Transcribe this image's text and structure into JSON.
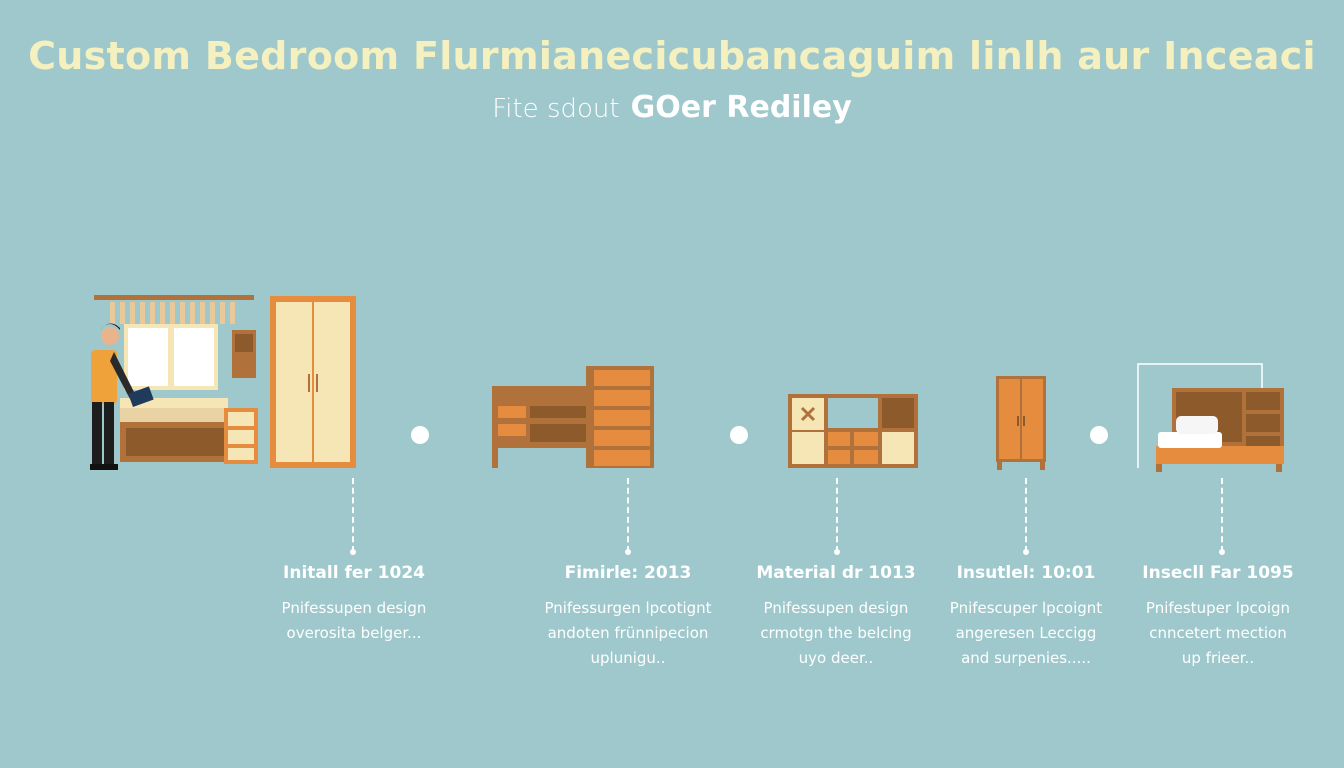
{
  "header": {
    "title": "Custom Bedroom Flurmianecicubancaguim linlh aur Inceaci",
    "subtitle_light": "Fite sdout",
    "subtitle_bold": "GOer Rediley"
  },
  "colors": {
    "background": "#9ec8cc",
    "title": "#f4f0bf",
    "wood_dark": "#b0723a",
    "wood_orange": "#e58c3e",
    "cream": "#f6e6b6"
  },
  "steps": [
    {
      "illustration": "worker-bedroom-illustration",
      "title": "Initall fer 1024",
      "desc": [
        "Pnifessupen design",
        "overosita belger..."
      ]
    },
    {
      "illustration": "desk-dresser-illustration",
      "title": "Fimirle: 2013",
      "desc": [
        "Pnifessurgen lpcotignt",
        "andoten frünnipecion",
        "uplunigu.."
      ]
    },
    {
      "illustration": "cabinet-shelf-illustration",
      "title": "Material dr 1013",
      "desc": [
        "Pnifessupen design",
        "crmotgn the belcing",
        "uyo deer.."
      ]
    },
    {
      "illustration": "wardrobe-illustration",
      "title": "Insutlel: 10:01",
      "desc": [
        "Pnifescuper lpcoignt",
        "angeresen Leccigg",
        "and surpenies....."
      ]
    },
    {
      "illustration": "bed-shelf-illustration",
      "title": "Insecll Far 1095",
      "desc": [
        "Pnifestuper lpcoign",
        "cnncetert mection",
        "up frieer.."
      ]
    }
  ]
}
